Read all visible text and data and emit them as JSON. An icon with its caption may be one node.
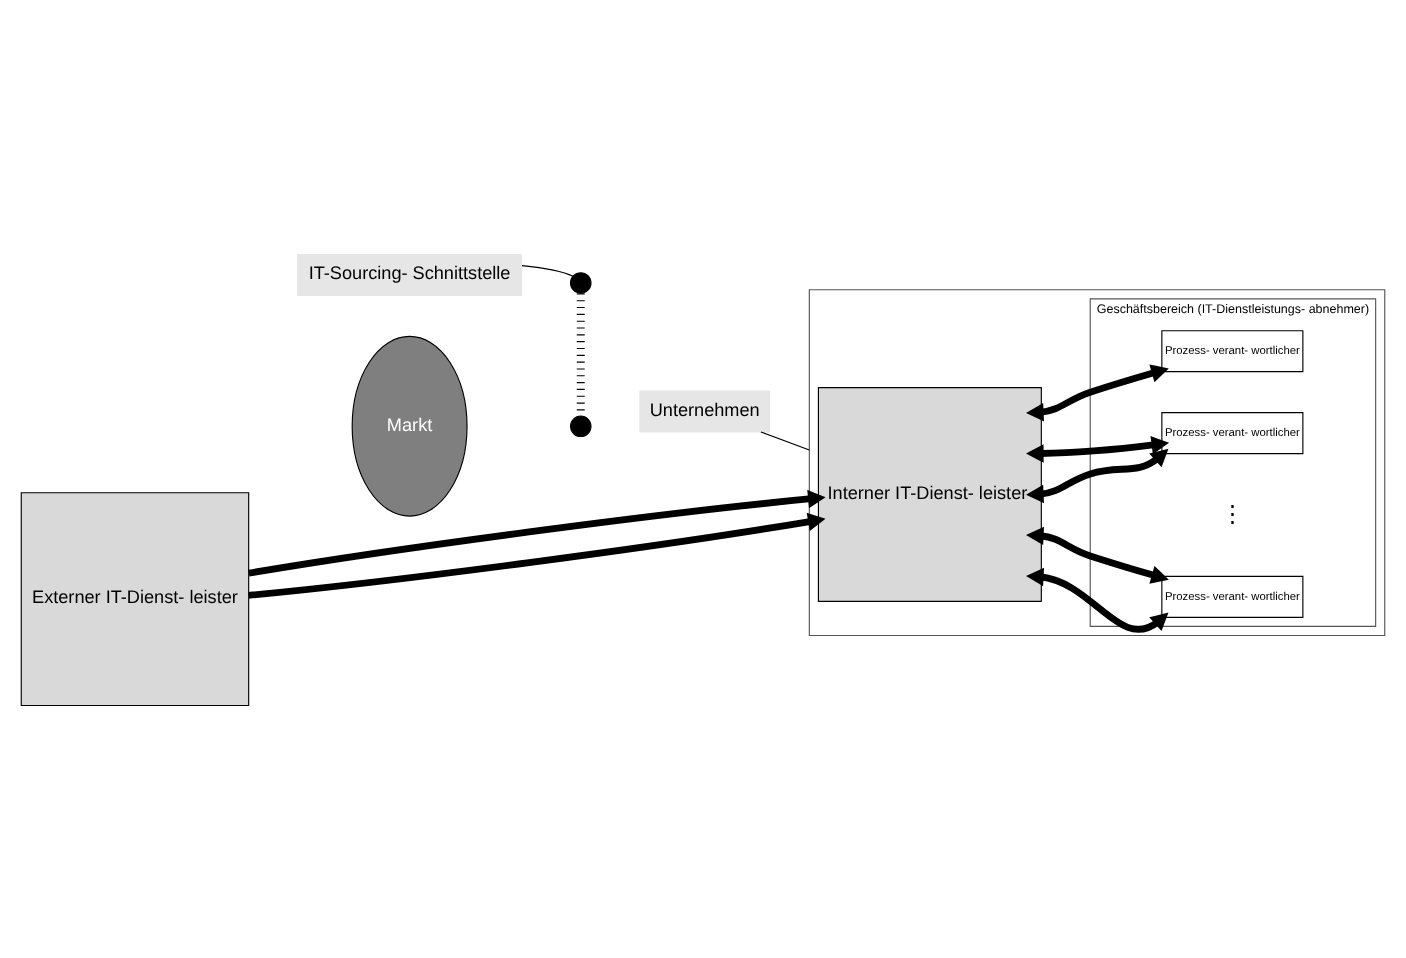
{
  "diagram": {
    "nodes": [
      {
        "text": [
          "IT-Sourcing- Schnittstelle"
        ]
      },
      {
        "text": [],
        "shape": "circle"
      },
      {
        "text": [],
        "shape": "circle"
      },
      {
        "text": [
          "Externer IT-Dienst- leister"
        ]
      },
      {
        "text": [
          "Markt"
        ]
      },
      {
        "text": [
          "Unternehmen"
        ]
      },
      {
        "text": [],
        "shape": "box"
      },
      {
        "text": [
          "Interner IT-Dienst- leister"
        ],
        "in": 6
      },
      {
        "text": [
          "Geschäftsbereich (IT-Dienstleistungs- abnehmer)"
        ],
        "in": 6
      },
      {
        "text": [
          "Prozess- verant- wortlicher"
        ],
        "in": 8
      },
      {
        "text": [
          "Prozess- verant- wortlicher"
        ],
        "in": 8
      },
      {
        "text": [
          "Prozess- verant- wortlicher"
        ],
        "in": 8
      }
    ],
    "edges": [
      {
        "from": 0,
        "to": 1,
        "arrow": "none"
      },
      {
        "from": 1,
        "to": 2,
        "arrow": "none",
        "style": "dashed"
      },
      {
        "from": 3,
        "to": 7,
        "arrow": "to"
      },
      {
        "from": 3,
        "to": 7,
        "arrow": "to"
      },
      {
        "from": 5,
        "to": 6,
        "arrow": "none"
      },
      {
        "from": 7,
        "to": 9,
        "arrow": "both"
      },
      {
        "from": 7,
        "to": 10,
        "arrow": "both"
      },
      {
        "from": 7,
        "to": 10,
        "arrow": "both"
      },
      {
        "from": 7,
        "to": 11,
        "arrow": "both"
      },
      {
        "from": 7,
        "to": 11,
        "arrow": "both"
      }
    ],
    "labels": [
      "⋮"
    ]
  }
}
